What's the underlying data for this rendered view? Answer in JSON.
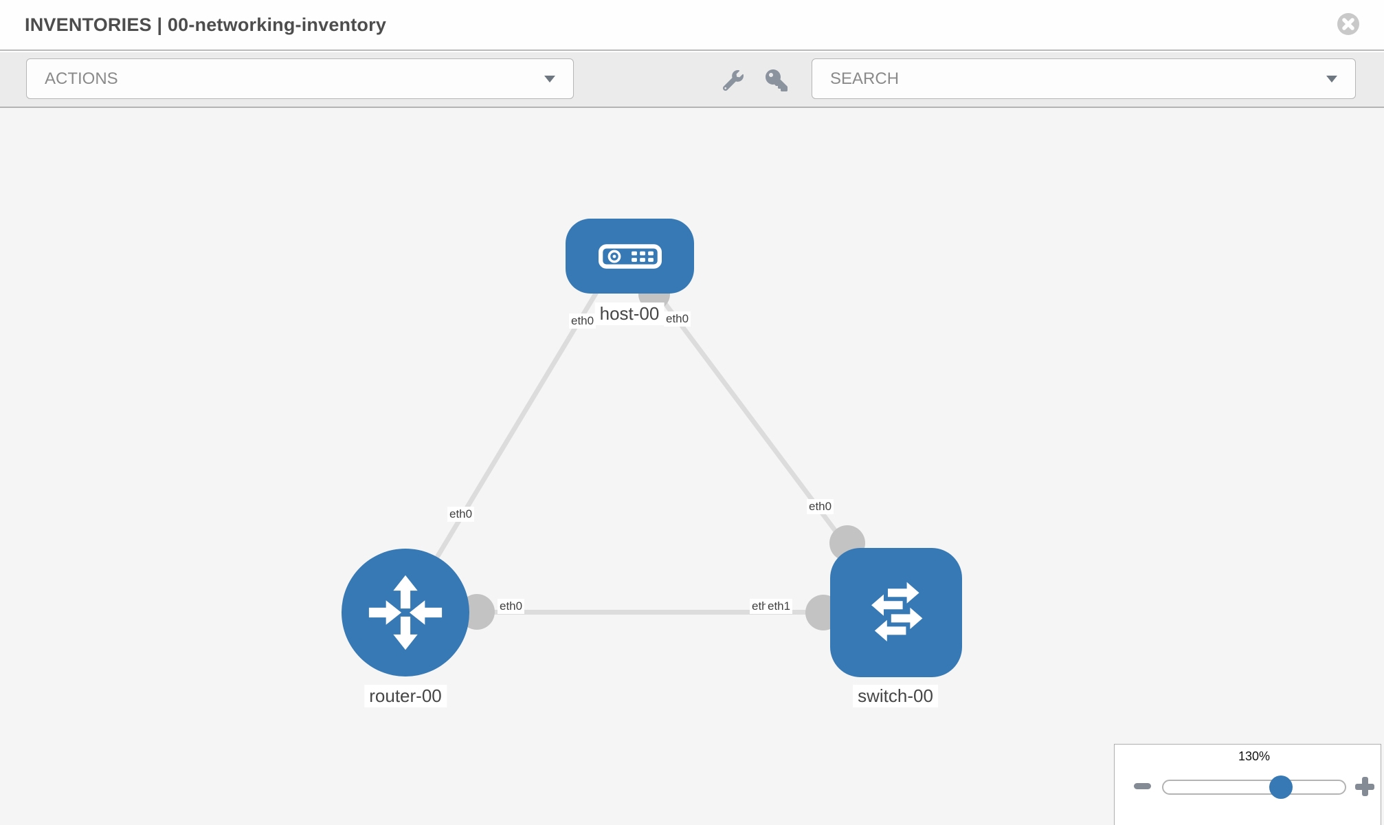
{
  "header": {
    "title": "INVENTORIES | 00-networking-inventory"
  },
  "toolbar": {
    "actions_label": "ACTIONS",
    "search_label": "SEARCH",
    "icons": [
      "wrench-icon",
      "key-icon"
    ]
  },
  "topology": {
    "nodes": [
      {
        "id": "host-00",
        "label": "host-00",
        "type": "host",
        "icon": "server-icon"
      },
      {
        "id": "router-00",
        "label": "router-00",
        "type": "router",
        "icon": "router-arrows-icon"
      },
      {
        "id": "switch-00",
        "label": "switch-00",
        "type": "switch",
        "icon": "switch-arrows-icon"
      }
    ],
    "links": [
      {
        "from": "host-00",
        "to": "router-00",
        "from_interface": "eth0",
        "to_interface": "eth0"
      },
      {
        "from": "host-00",
        "to": "switch-00",
        "from_interface": "eth0",
        "to_interface": "eth0"
      },
      {
        "from": "router-00",
        "to": "switch-00",
        "from_interface": "eth0",
        "to_interface": "eth1"
      }
    ],
    "labels": {
      "host": "host-00",
      "router": "router-00",
      "switch": "switch-00",
      "if_host_left": "eth0",
      "if_host_right": "eth0",
      "if_router_link": "eth0",
      "if_switch_link": "eth0",
      "if_mid_router": "eth0",
      "if_mid_under": "eth0",
      "if_mid_over": "eth1"
    },
    "colors": {
      "node_fill": "#3679b5",
      "link": "#dcdcdc",
      "connector": "#c3c3c3",
      "canvas_bg": "#f5f5f5"
    }
  },
  "zoom_control": {
    "level": "130%"
  }
}
